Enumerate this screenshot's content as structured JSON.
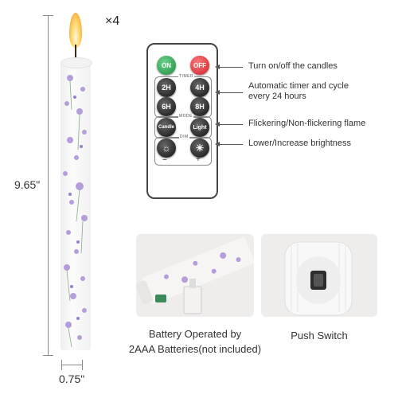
{
  "candle": {
    "count": "×4",
    "height": "9.65\"",
    "width": "0.75\""
  },
  "remote": {
    "on_label": "ON",
    "off_label": "OFF",
    "timer_label": "TIMER",
    "timer_buttons": [
      "2H",
      "4H",
      "6H",
      "8H"
    ],
    "mode_label": "MODE",
    "mode_buttons": [
      "Candle",
      "Light"
    ],
    "dim_label": "DIM",
    "minus": "−",
    "plus": "+"
  },
  "callouts": [
    "Turn on/off the candles",
    "Automatic timer and cycle\nevery 24 hours",
    "Flickering/Non-flickering flame",
    "Lower/Increase brightness"
  ],
  "captions": {
    "battery": "Battery Operated by\n2AAA Batteries(not included)",
    "switch": "Push Switch"
  },
  "colors": {
    "flower_purple": "#a88fd6",
    "stem_green": "#6f9a6a",
    "on_green": "#1f8a3f",
    "off_red": "#c9202a"
  }
}
